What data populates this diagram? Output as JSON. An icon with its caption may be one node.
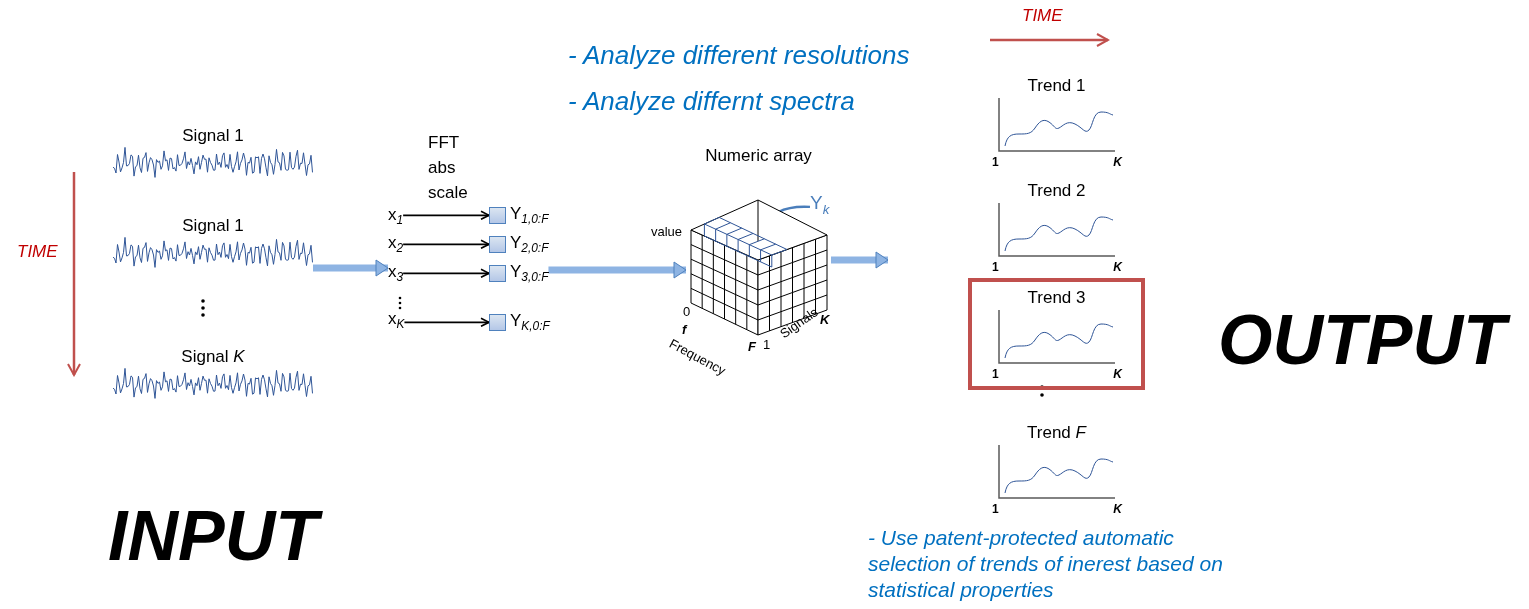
{
  "diagram": {
    "nodes": [
      {
        "text": [
          "Signal 1"
        ]
      },
      {
        "text": [
          "Signal 1"
        ]
      },
      {
        "text": [
          "Signal *K*"
        ]
      },
      {
        "text": [
          "FFT abs scale"
        ]
      },
      {
        "text": [
          "x$_{1}$"
        ]
      },
      {
        "text": [
          "Y$_{1,0:F}$"
        ]
      },
      {
        "text": [
          "x$_{2}$"
        ]
      },
      {
        "text": [
          "Y$_{2,0:F}$"
        ]
      },
      {
        "text": [
          "x$_{3}$"
        ]
      },
      {
        "text": [
          "Y$_{3,0:F}$"
        ]
      },
      {
        "text": [
          "x$_{K}$"
        ]
      },
      {
        "text": [
          "Y$_{K,0:F}$"
        ]
      },
      {
        "text": [
          "Numeric array"
        ]
      },
      {
        "text": [
          "Y$_{k}$"
        ],
        "in": 12
      },
      {
        "text": [
          "Trend 1",
          "1",
          "K"
        ]
      },
      {
        "text": [
          "Trend 2",
          "1",
          "K"
        ]
      },
      {
        "text": [
          "Trend 3",
          "1",
          "K"
        ]
      },
      {
        "text": [
          "Trend *F*",
          "1",
          "K"
        ]
      }
    ],
    "edges": [
      {
        "from": 1,
        "to": 8,
        "arrow": "to",
        "style": "thick",
        "color": "#8eb4e3"
      },
      {
        "from": 4,
        "to": 5,
        "arrow": "to"
      },
      {
        "from": 6,
        "to": 7,
        "arrow": "to"
      },
      {
        "from": 8,
        "to": 9,
        "arrow": "to"
      },
      {
        "from": 10,
        "to": 11,
        "arrow": "to"
      },
      {
        "from": 9,
        "to": 12,
        "arrow": "to",
        "style": "thick",
        "color": "#8eb4e3"
      },
      {
        "from": 12,
        "to": null,
        "arrow": "to",
        "style": "thick",
        "color": "#8eb4e3"
      },
      {
        "from": 13,
        "to": null,
        "arrow": "to",
        "color": "#4a7ebb"
      }
    ],
    "labels": [
      "TIME",
      "- Analyze different resolutions",
      "- Analyze differnt spectra",
      "TIME",
      "value",
      "0",
      "f",
      "Frequency",
      "F",
      "1",
      "Signals",
      "K",
      "OUTPUT",
      "INPUT",
      "- Use patent-protected automatic selection of trends of inerest based on statistical properties"
    ]
  }
}
